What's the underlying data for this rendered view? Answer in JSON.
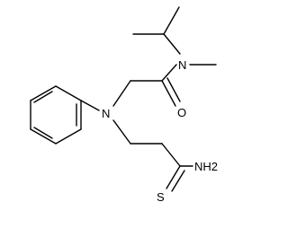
{
  "molecule": {
    "atoms": {
      "n_amide": "N",
      "o_carbonyl": "O",
      "n_aniline": "N",
      "nh2": "NH2",
      "s_thio": "S"
    }
  },
  "colors": {
    "bond": "#000000",
    "label": "#000000",
    "background": "#ffffff"
  }
}
